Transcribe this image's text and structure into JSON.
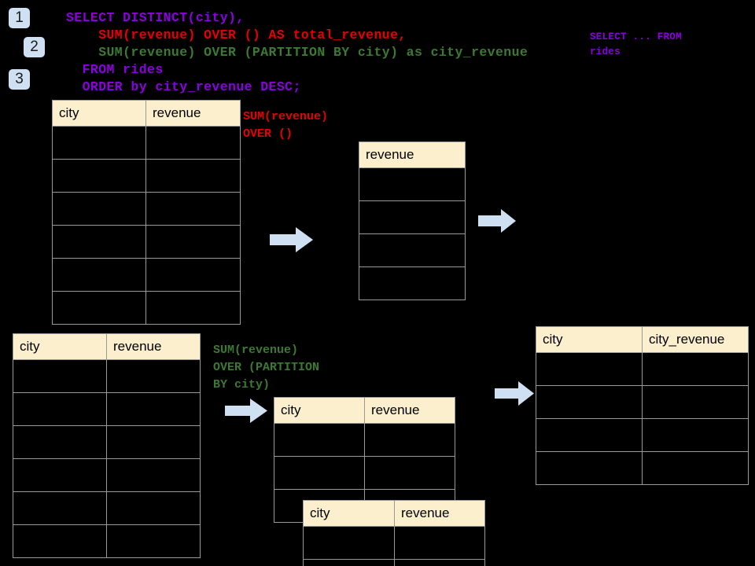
{
  "page": {
    "title": "SQL window function diagram",
    "background": "#000000",
    "header_fill": "#fcefcd",
    "border_color": "#9a9a9a",
    "arrow_fill": "#cfe0f3",
    "badge_fill": "#cfe0f3",
    "violet": "#8b00e0",
    "red": "#e60000",
    "green": "#3c7a33"
  },
  "badges": [
    {
      "label": "1"
    },
    {
      "label": "2"
    },
    {
      "label": "3"
    }
  ],
  "query": {
    "line1": "SELECT DISTINCT(city),",
    "line2": "    SUM(revenue) OVER () AS total_revenue,",
    "line3": "    SUM(revenue) OVER (PARTITION BY city) as city_revenue",
    "line4": "  FROM rides",
    "line5": "  ORDER by city_revenue DESC;"
  },
  "sidenote": {
    "line1": "SELECT ... FROM",
    "line2": "rides"
  },
  "annotations": {
    "total": {
      "line1": "SUM(revenue)",
      "line2": "OVER ()"
    },
    "partition": {
      "line1": "SUM(revenue)",
      "line2": "OVER (PARTITION",
      "line3": "BY city)"
    }
  },
  "tables": {
    "source_top": {
      "headers": [
        "city",
        "revenue"
      ],
      "row_count": 6
    },
    "total_revenue": {
      "headers": [
        "revenue"
      ],
      "row_count": 4
    },
    "source_bottom": {
      "headers": [
        "city",
        "revenue"
      ],
      "row_count": 6
    },
    "partition_a": {
      "headers": [
        "city",
        "revenue"
      ],
      "row_count": 3
    },
    "partition_b": {
      "headers": [
        "city",
        "revenue"
      ],
      "row_count": 2
    },
    "result": {
      "headers": [
        "city",
        "city_revenue"
      ],
      "row_count": 4
    }
  },
  "arrows": [
    {
      "name": "arrow-source-to-total"
    },
    {
      "name": "arrow-total-to-result"
    },
    {
      "name": "arrow-source-to-partition"
    },
    {
      "name": "arrow-partition-to-result"
    }
  ]
}
